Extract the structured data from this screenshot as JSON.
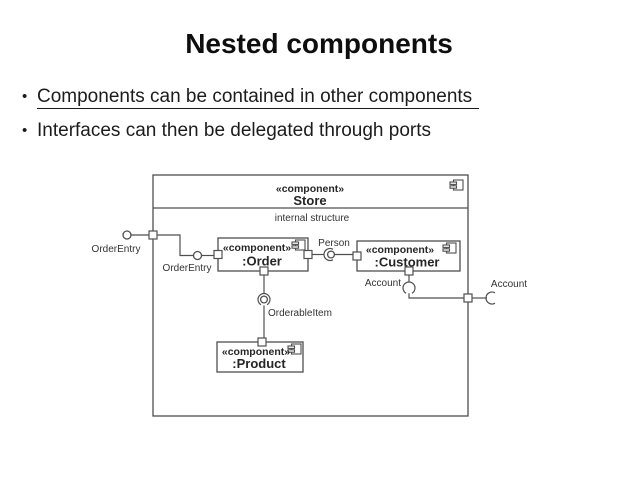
{
  "slide": {
    "title": "Nested components",
    "bullet_marker": "•",
    "bullets": [
      {
        "text": "Components can be contained in other components"
      },
      {
        "text": "Interfaces can then be delegated through ports"
      }
    ]
  },
  "diagram": {
    "store": {
      "stereotype": "«component»",
      "name": "Store",
      "region_label": "internal structure"
    },
    "order": {
      "stereotype": "«component»",
      "name": ":Order"
    },
    "customer": {
      "stereotype": "«component»",
      "name": ":Customer"
    },
    "product": {
      "stereotype": "«component»",
      "name": ":Product"
    },
    "labels": {
      "order_entry_outer": "OrderEntry",
      "order_entry_inner": "OrderEntry",
      "person": "Person",
      "orderable_item": "OrderableItem",
      "account_inner": "Account",
      "account_outer": "Account"
    },
    "colors": {
      "line": "#4f4f4f",
      "text": "#262626",
      "background": "#ffffff"
    }
  }
}
